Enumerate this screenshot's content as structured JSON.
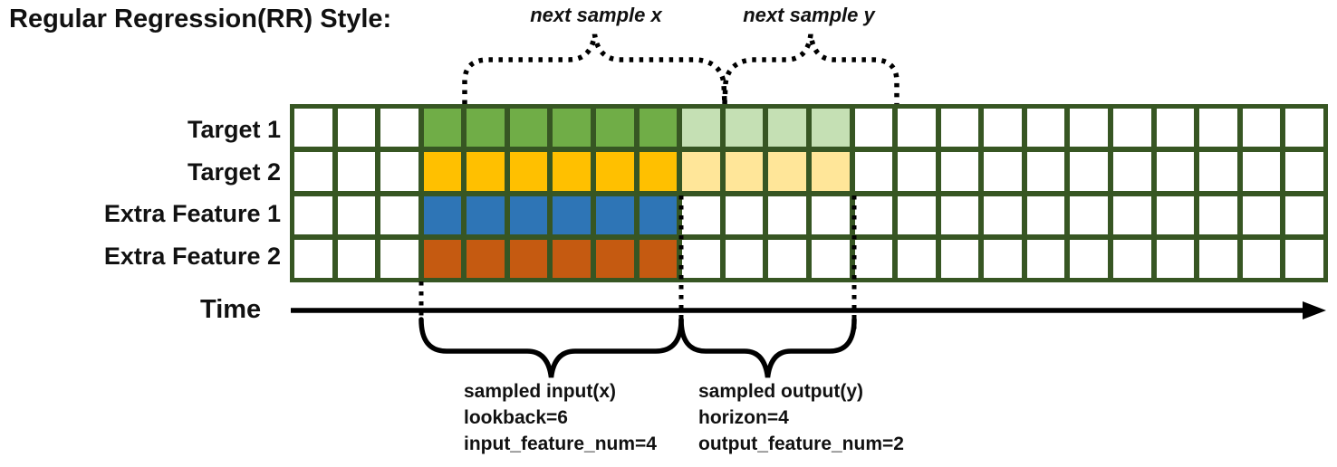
{
  "title": "Regular Regression(RR) Style:",
  "top_braces": {
    "next_sample_x_label": "next sample x",
    "next_sample_y_label": "next sample y"
  },
  "time_axis": {
    "label": "Time"
  },
  "grid": {
    "columns": 24,
    "border_color": "#375623",
    "empty_cell_color": "#ffffff",
    "rows": [
      {
        "label": "Target 1",
        "input_color": "#70ad47",
        "input_span": [
          4,
          9
        ],
        "output_color": "#c5e0b4",
        "output_span": [
          10,
          13
        ]
      },
      {
        "label": "Target 2",
        "input_color": "#ffc000",
        "input_span": [
          4,
          9
        ],
        "output_color": "#ffe699",
        "output_span": [
          10,
          13
        ]
      },
      {
        "label": "Extra Feature 1",
        "input_color": "#2e75b6",
        "input_span": [
          4,
          9
        ],
        "output_color": null,
        "output_span": null
      },
      {
        "label": "Extra Feature 2",
        "input_color": "#c55a11",
        "input_span": [
          4,
          9
        ],
        "output_color": null,
        "output_span": null
      }
    ]
  },
  "bottom_annotations": {
    "input": {
      "lines": [
        "sampled input(x)",
        "lookback=6",
        "input_feature_num=4"
      ]
    },
    "output": {
      "lines": [
        "sampled output(y)",
        "horizon=4",
        "output_feature_num=2"
      ]
    }
  }
}
